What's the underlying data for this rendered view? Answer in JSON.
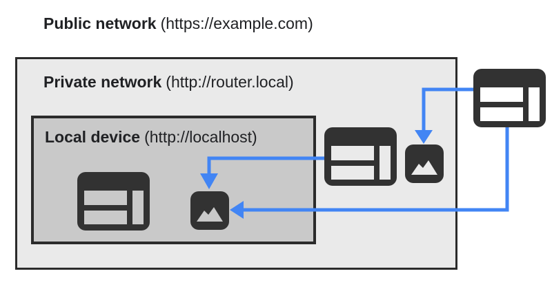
{
  "labels": {
    "public": {
      "name": "Public network",
      "origin": "(https://example.com)"
    },
    "private": {
      "name": "Private network",
      "origin": "(http://router.local)"
    },
    "local": {
      "name": "Local device",
      "origin": "(http://localhost)"
    }
  },
  "icons": {
    "public_browser": "browser-window-icon",
    "private_browser": "browser-window-icon",
    "local_browser": "browser-window-icon",
    "private_image": "image-icon",
    "local_image": "image-icon"
  },
  "connections": [
    {
      "from": "public-browser",
      "to": "private-image-resource"
    },
    {
      "from": "public-browser",
      "to": "local-image-resource"
    },
    {
      "from": "private-browser",
      "to": "local-image-resource"
    }
  ],
  "colors": {
    "arrow": "#4285f4",
    "icon": "#323232",
    "text": "#202124",
    "private_box_fill": "#eaeaea",
    "local_box_fill": "#c9c9c9",
    "box_border": "#2b2b2b",
    "background": "#ffffff"
  }
}
